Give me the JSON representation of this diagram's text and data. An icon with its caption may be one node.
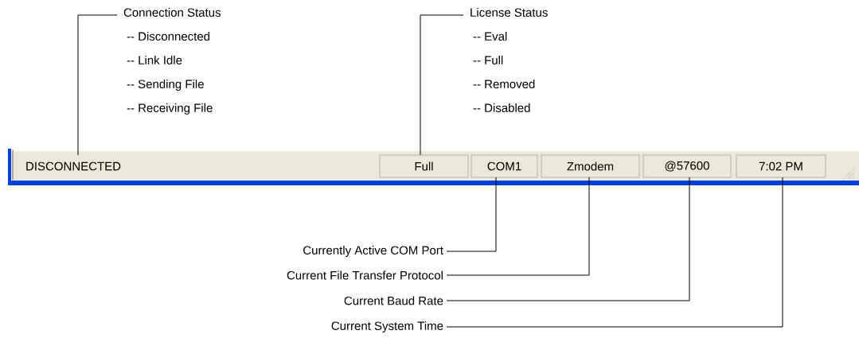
{
  "diagram": {
    "nodes": [
      {
        "text": [
          "Connection Status",
          "-- Disconnected",
          "-- Link Idle",
          "-- Sending File",
          "-- Receiving File"
        ]
      },
      {
        "text": [
          "License Status",
          "-- Eval",
          "-- Full",
          "-- Removed",
          "-- Disabled"
        ]
      },
      {
        "text": [],
        "shape": "bar"
      },
      {
        "text": [
          "DISCONNECTED"
        ],
        "in": 2
      },
      {
        "text": [
          "Full"
        ],
        "in": 2
      },
      {
        "text": [
          "COM1"
        ],
        "in": 2
      },
      {
        "text": [
          "Zmodem"
        ],
        "in": 2
      },
      {
        "text": [
          "@57600"
        ],
        "in": 2
      },
      {
        "text": [
          "7:02 PM"
        ],
        "in": 2
      },
      {
        "text": [
          "Currently Active COM Port"
        ]
      },
      {
        "text": [
          "Current File Transfer Protocol"
        ]
      },
      {
        "text": [
          "Current Baud Rate"
        ]
      },
      {
        "text": [
          "Current System Time"
        ]
      }
    ],
    "edges": [
      {
        "from": 0,
        "to": 3,
        "arrow": "none"
      },
      {
        "from": 1,
        "to": 4,
        "arrow": "none"
      },
      {
        "from": 9,
        "to": 5,
        "arrow": "none"
      },
      {
        "from": 10,
        "to": 6,
        "arrow": "none"
      },
      {
        "from": 11,
        "to": 7,
        "arrow": "none"
      },
      {
        "from": 12,
        "to": 8,
        "arrow": "none"
      }
    ]
  }
}
